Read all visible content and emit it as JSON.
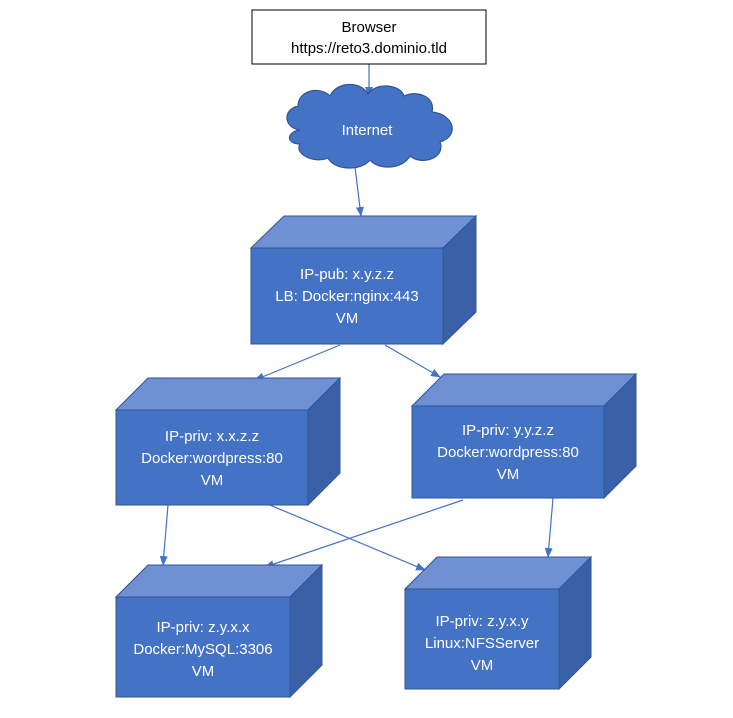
{
  "browser": {
    "line1": "Browser",
    "line2": "https://reto3.dominio.tld"
  },
  "internet": {
    "label": "Internet"
  },
  "load_balancer": {
    "line1": "IP-pub: x.y.z.z",
    "line2": "LB: Docker:nginx:443",
    "line3": "VM"
  },
  "wordpress_left": {
    "line1": "IP-priv: x.x.z.z",
    "line2": "Docker:wordpress:80",
    "line3": "VM"
  },
  "wordpress_right": {
    "line1": "IP-priv: y.y.z.z",
    "line2": "Docker:wordpress:80",
    "line3": "VM"
  },
  "mysql": {
    "line1": "IP-priv: z.y.x.x",
    "line2": "Docker:MySQL:3306",
    "line3": "VM"
  },
  "nfs": {
    "line1": "IP-priv: z.y.x.y",
    "line2": "Linux:NFSServer",
    "line3": "VM"
  },
  "colors": {
    "cube_front": "#4472c4",
    "cube_top": "#6f90d3",
    "cube_side": "#3a60a8",
    "cloud": "#4472c4",
    "connector": "#4472c4"
  }
}
